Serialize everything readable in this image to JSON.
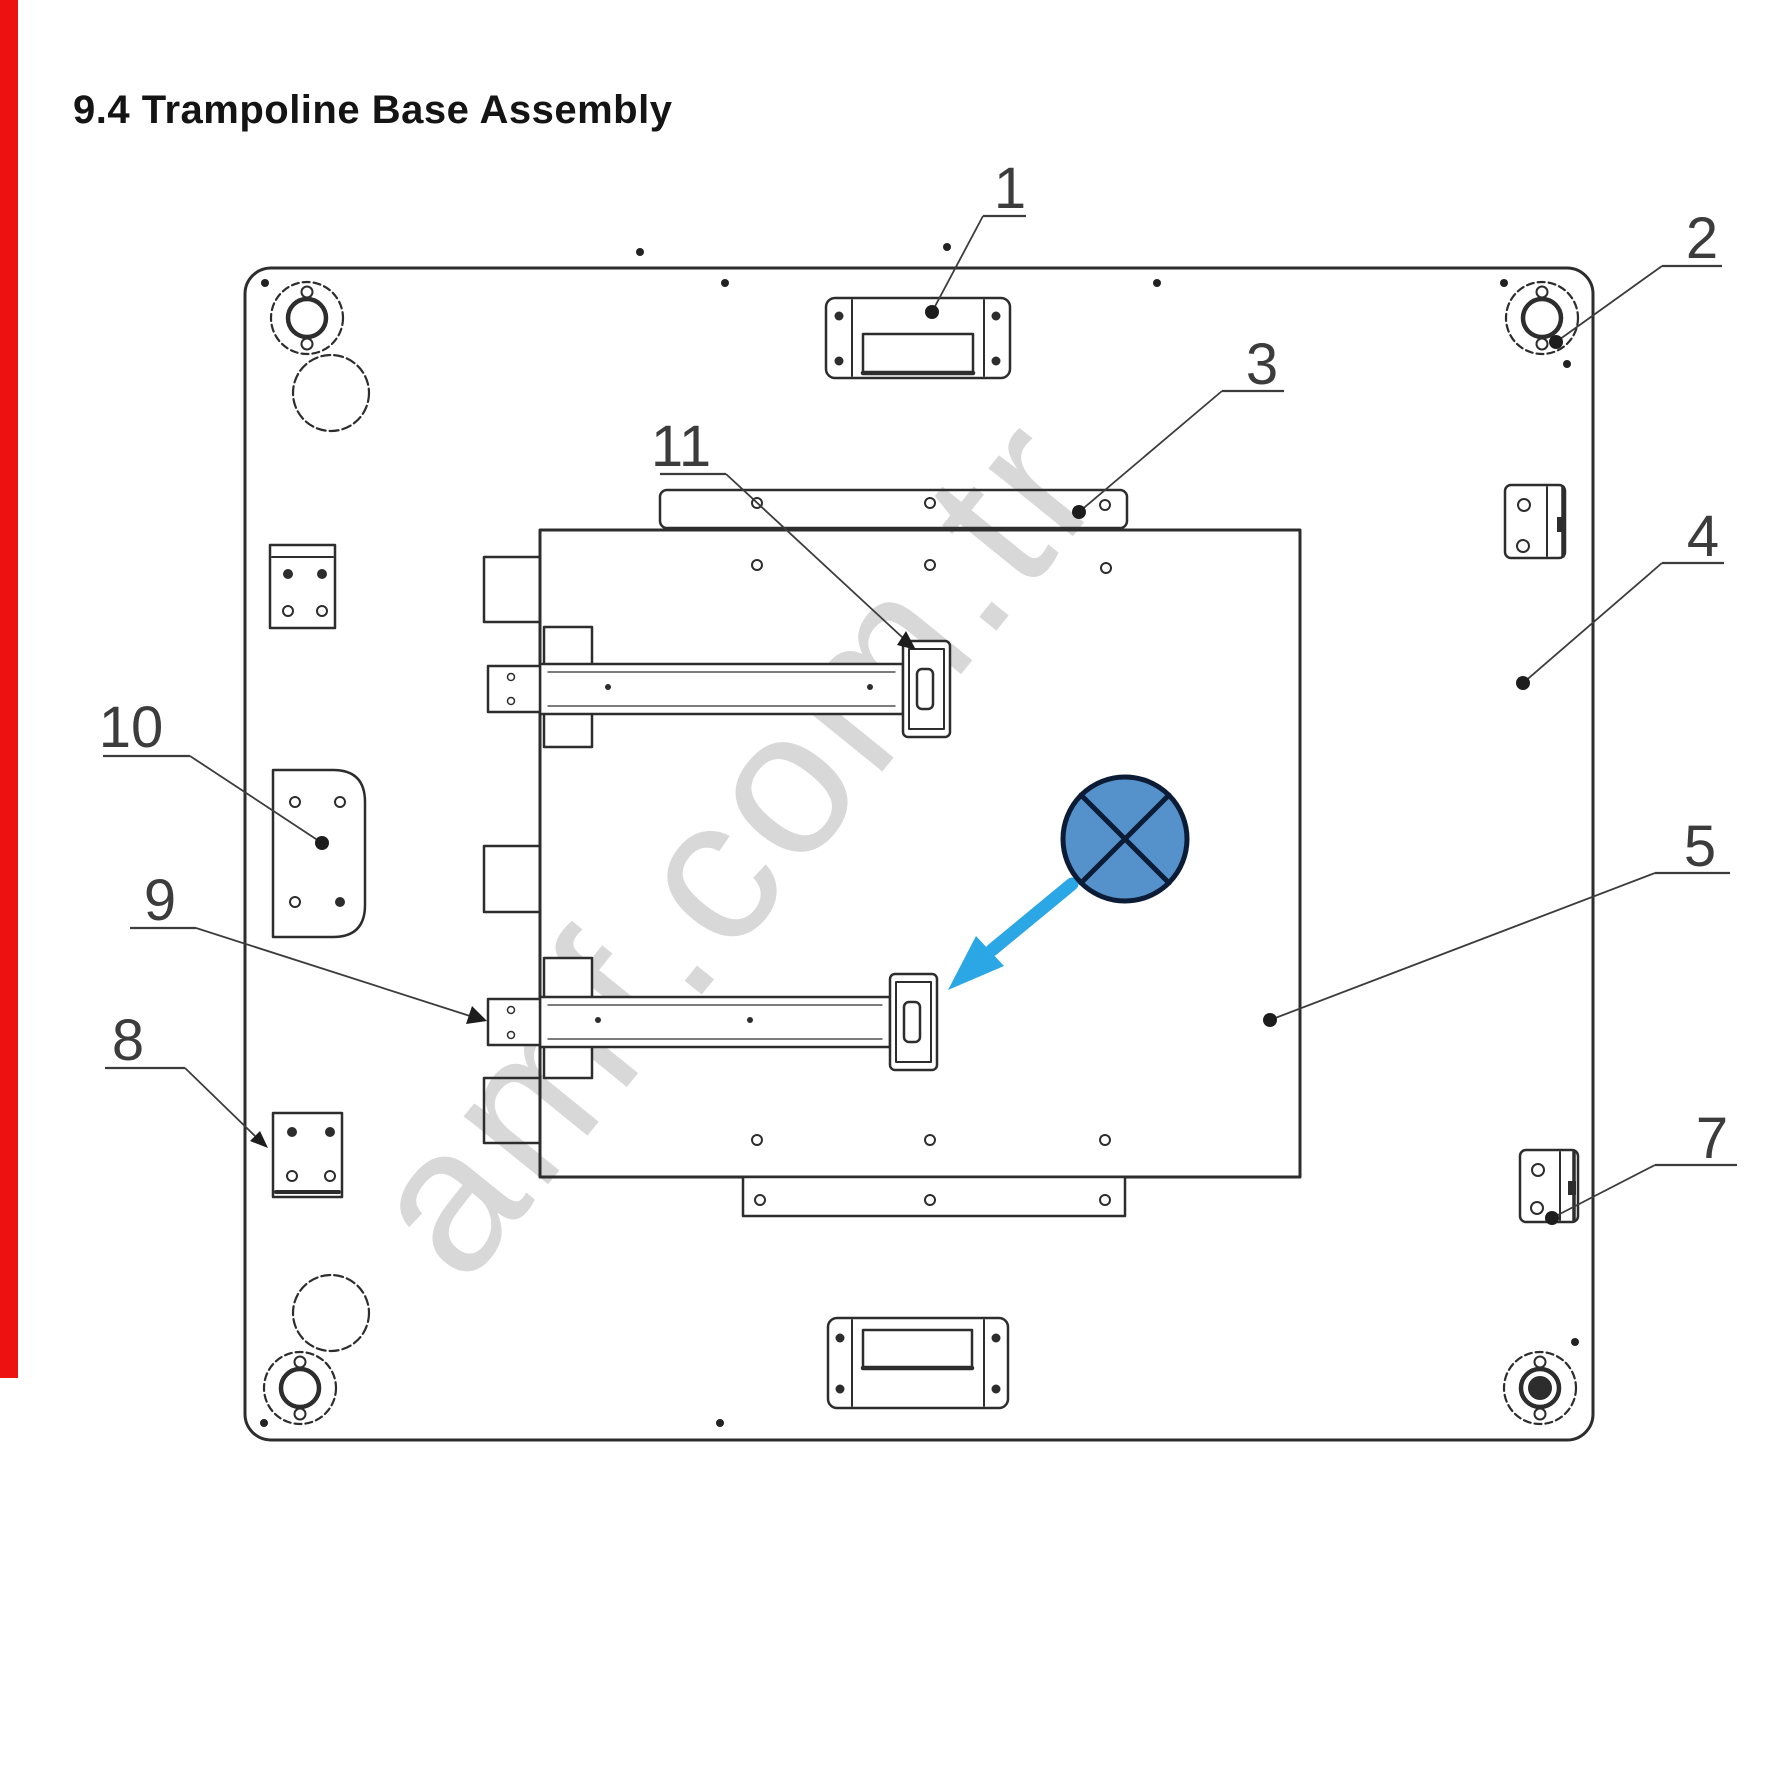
{
  "title": "9.4 Trampoline Base Assembly",
  "watermark": "amf.com.tr",
  "colors": {
    "line": "#2d2d2d",
    "watermark_gray": "#d8d8d8",
    "left_bar_red": "#ee1111",
    "marker_fill": "#5592cb",
    "marker_outline": "#0c1c36",
    "arrow_blue": "#2aa7e4",
    "callout_text": "#3c3c3c"
  },
  "callouts": {
    "list": [
      {
        "label": "1"
      },
      {
        "label": "2"
      },
      {
        "label": "3"
      },
      {
        "label": "4"
      },
      {
        "label": "5"
      },
      {
        "label": "7"
      },
      {
        "label": "8"
      },
      {
        "label": "9"
      },
      {
        "label": "10"
      },
      {
        "label": "11"
      }
    ]
  }
}
